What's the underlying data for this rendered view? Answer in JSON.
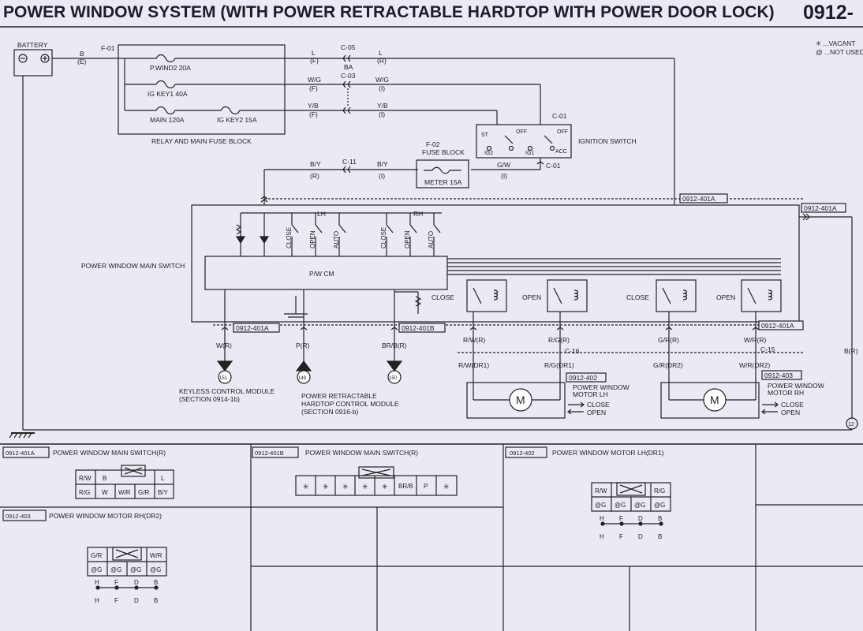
{
  "header": {
    "title": "POWER WINDOW SYSTEM (WITH POWER RETRACTABLE HARDTOP WITH POWER DOOR LOCK)",
    "page_number": "0912-"
  },
  "legend": {
    "vacant": "✳ ...VACANT",
    "not_used": "@ ...NOT USED"
  },
  "battery": {
    "label": "BATTERY"
  },
  "wires": {
    "b_e": [
      "B",
      "(E)"
    ],
    "f01": "F-01",
    "c05": "C-05",
    "ba": "BA",
    "c03": "C-03",
    "l_f": [
      "L",
      "(F)"
    ],
    "l_r": [
      "L",
      "(R)"
    ],
    "wg_f": [
      "W/G",
      "(F)"
    ],
    "wg_i": [
      "W/G",
      "(I)"
    ],
    "yb_f": [
      "Y/B",
      "(F)"
    ],
    "yb_i": [
      "Y/B",
      "(I)"
    ],
    "by_r": [
      "B/Y",
      "(R)"
    ],
    "by_i": [
      "B/Y",
      "(I)"
    ],
    "c11": "C-11",
    "gw_i": [
      "G/W",
      "(I)"
    ],
    "c01a": "C-01",
    "c01b": "C-01",
    "br": [
      "B(R)"
    ]
  },
  "relay_block": {
    "label": "RELAY AND MAIN FUSE BLOCK",
    "fuses": [
      "P.WIND2 20A",
      "IG KEY1 40A",
      "MAIN 120A",
      "IG KEY2 15A"
    ]
  },
  "fuse_block": {
    "label1": "F-02",
    "label2": "FUSE BLOCK",
    "fuse": "METER 15A"
  },
  "ignition": {
    "label": "IGNITION SWITCH",
    "positions": [
      "ST",
      "OFF",
      "OFF",
      "IG2",
      "IG1",
      "ACC"
    ]
  },
  "main_switch": {
    "label": "POWER WINDOW MAIN SWITCH",
    "cm": "P/W CM",
    "lh": "LH",
    "rh": "RH",
    "switches": [
      "CLOSE",
      "OPEN",
      "AUTO",
      "CLOSE",
      "OPEN",
      "AUTO"
    ],
    "close_label": "CLOSE"
  },
  "relays": {
    "labels": [
      "OPEN",
      "CLOSE",
      "OPEN"
    ]
  },
  "connectors": {
    "c401a": "0912-401A",
    "c401b": "0912-401B",
    "c402": "0912-402",
    "c403": "0912-403",
    "c16": "C-16",
    "c15": "C-15"
  },
  "lower_wires": {
    "wr": "W(R)",
    "pr": "P(R)",
    "brb": "BR/B(R)",
    "rwr": "R/W(R)",
    "rgr": "R/G(R)",
    "gr": "G/R(R)",
    "wrr": "W/R(R)",
    "rwdr1": "R/W(DR1)",
    "rgdr1": "R/G(DR1)",
    "grdr2": "G/R(DR2)",
    "wrdr2": "W/R(DR2)"
  },
  "modules": {
    "m151": "151",
    "m149": "149",
    "m150": "150",
    "m12": "12",
    "keyless": [
      "KEYLESS CONTROL MODULE",
      "(SECTION 0914-1b)"
    ],
    "hardtop": [
      "POWER RETRACTABLE",
      "HARDTOP CONTROL MODULE",
      "(SECTION 0916-b)"
    ]
  },
  "motors": {
    "lh": [
      "POWER WINDOW",
      "MOTOR LH"
    ],
    "rh": [
      "POWER WINDOW",
      "MOTOR RH"
    ],
    "motor_symbol": "M",
    "close": "CLOSE",
    "open": "OPEN"
  },
  "bottom_connectors": {
    "a": {
      "id": "0912-401A",
      "title": "POWER WINDOW MAIN SWITCH(R)",
      "row1": [
        "R/W",
        "B",
        "",
        "",
        "",
        "L"
      ],
      "row2": [
        "R/G",
        "W",
        "W/R",
        "G/R",
        "B/Y"
      ]
    },
    "b": {
      "id": "0912-401B",
      "title": "POWER WINDOW MAIN SWITCH(R)",
      "row": [
        "✳",
        "✳",
        "✳",
        "✳",
        "✳",
        "BR/B",
        "P",
        "✳"
      ]
    },
    "c": {
      "id": "0912-402",
      "title": "POWER WINDOW MOTOR LH(DR1)",
      "row1": [
        "R/W",
        "",
        "R/G"
      ],
      "row2": [
        "@G",
        "@G",
        "@G",
        "@G"
      ],
      "pins": [
        "H",
        "F",
        "D",
        "B"
      ]
    },
    "d": {
      "id": "0912-403",
      "title": "POWER WINDOW MOTOR RH(DR2)",
      "row1": [
        "G/R",
        "",
        "W/R"
      ],
      "row2": [
        "@G",
        "@G",
        "@G",
        "@G"
      ],
      "pins": [
        "H",
        "F",
        "D",
        "B"
      ]
    }
  }
}
